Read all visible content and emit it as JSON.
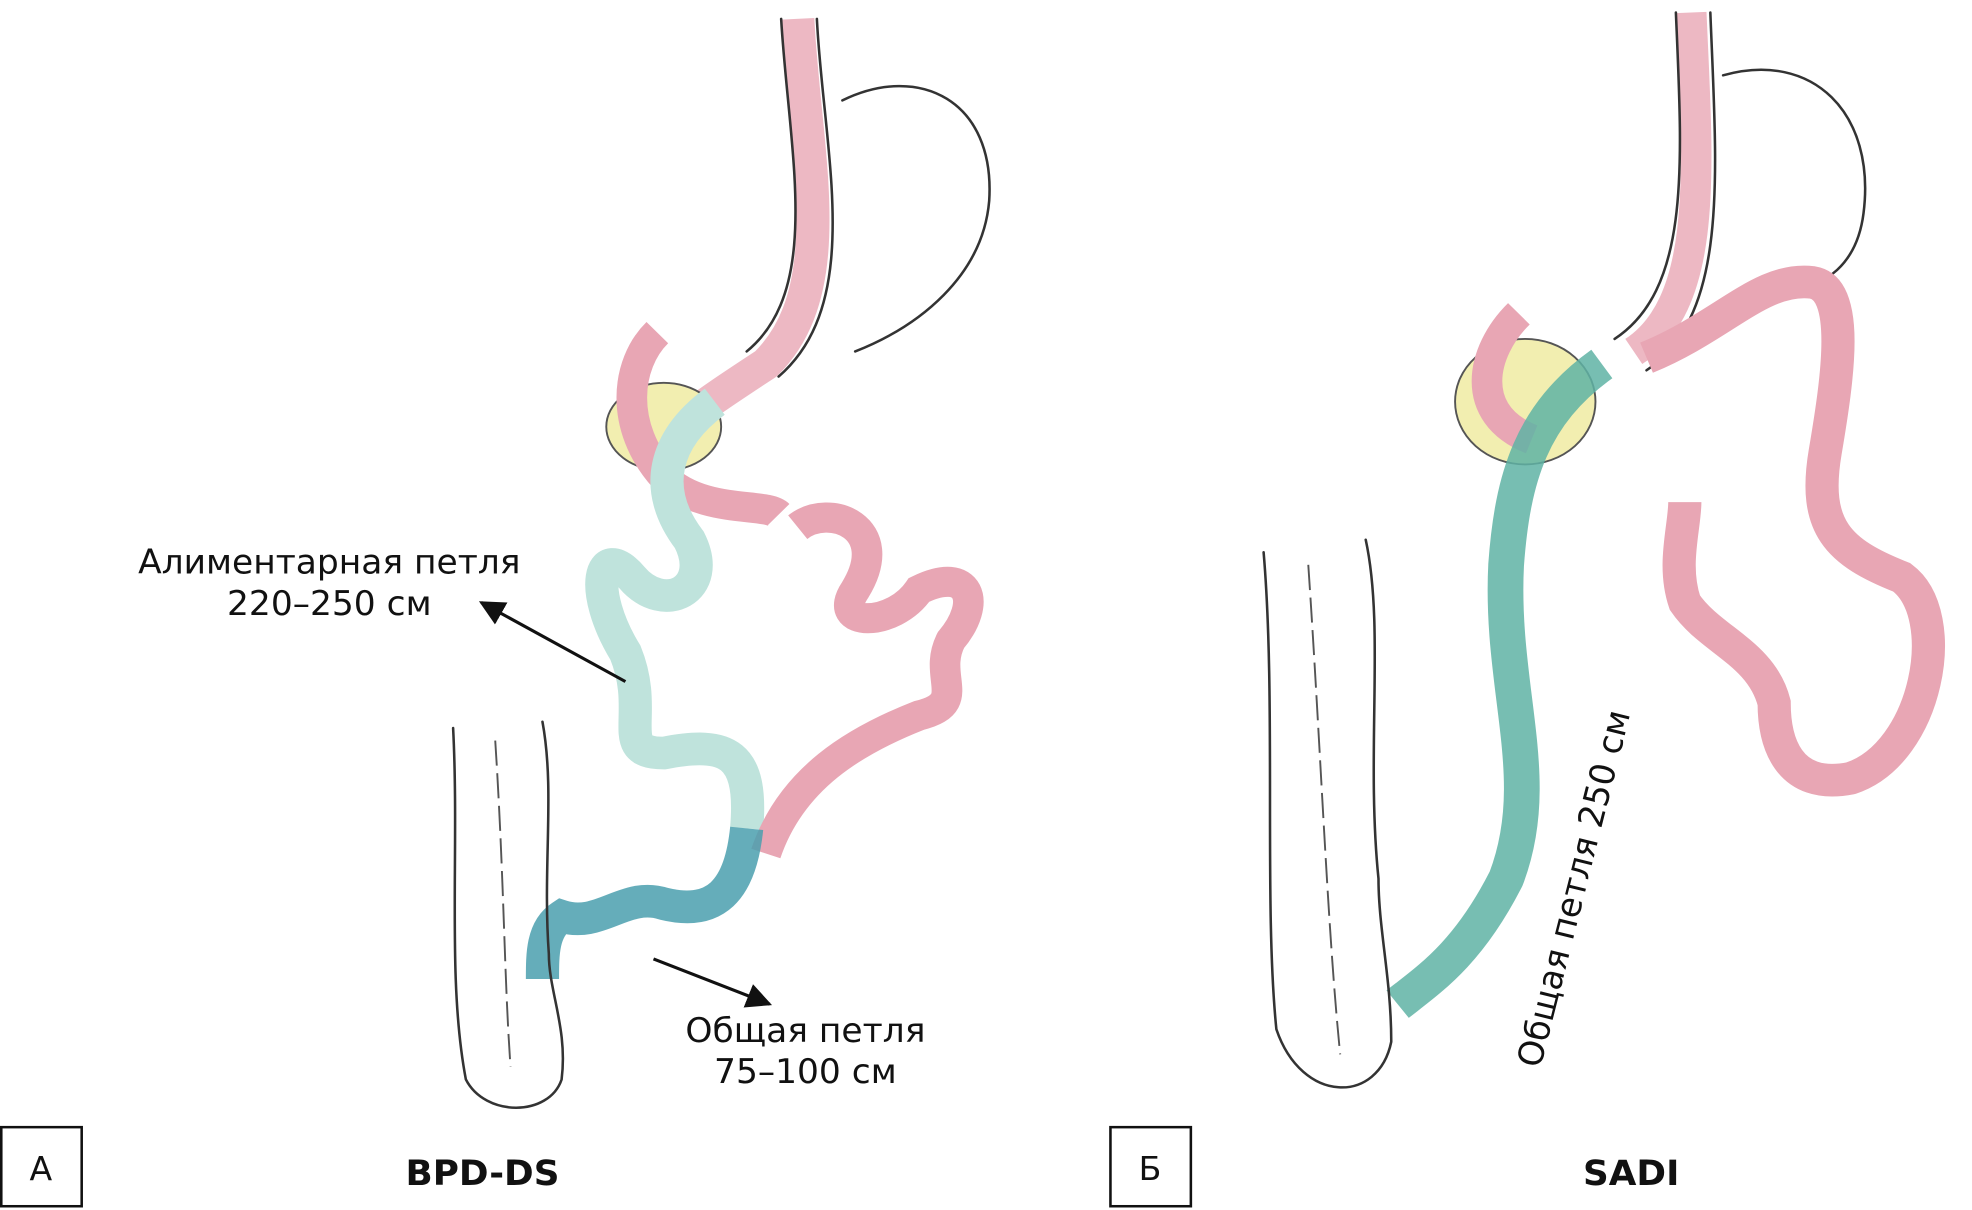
{
  "panels": [
    {
      "letter": "А",
      "title": "BPD-DS",
      "annotations": [
        {
          "line1": "Алиментарная петля",
          "line2": "220–250 см"
        },
        {
          "line1": "Общая петля",
          "line2": "75–100 см"
        }
      ]
    },
    {
      "letter": "Б",
      "title": "SADI",
      "annotations": [
        {
          "line1": "Общая петля 250 см"
        }
      ]
    }
  ],
  "colors": {
    "alimentary": "#e8a6b4",
    "common_light": "#bfe3dc",
    "common_dark": "#4a9fae",
    "sadi_common": "#5fb3a4",
    "pancreas": "#f2eeb0"
  }
}
